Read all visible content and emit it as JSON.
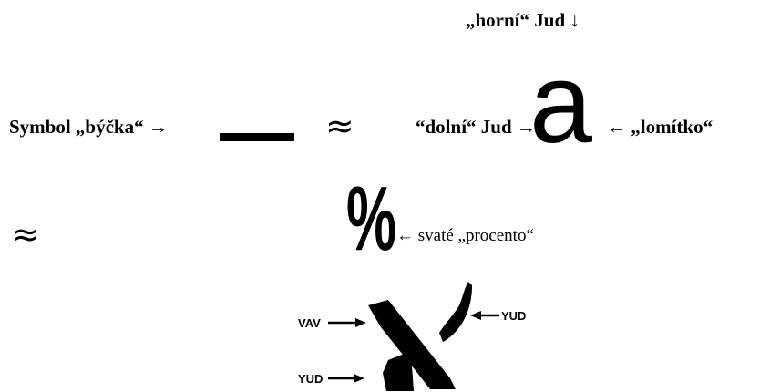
{
  "labels": {
    "upper_jud": "„horní“ Jud ↓",
    "bull_symbol": "Symbol „býčka“ →",
    "lower_jud": "“dolní“ Jud →",
    "slash": "← „lomítko“",
    "holy_percent": "← svaté „procento“"
  },
  "symbols": {
    "approx": "≈",
    "big_letter": "a",
    "percent": "%"
  },
  "figure": {
    "vav": "VAV",
    "yud_top": "YUD",
    "yud_bottom": "YUD"
  }
}
